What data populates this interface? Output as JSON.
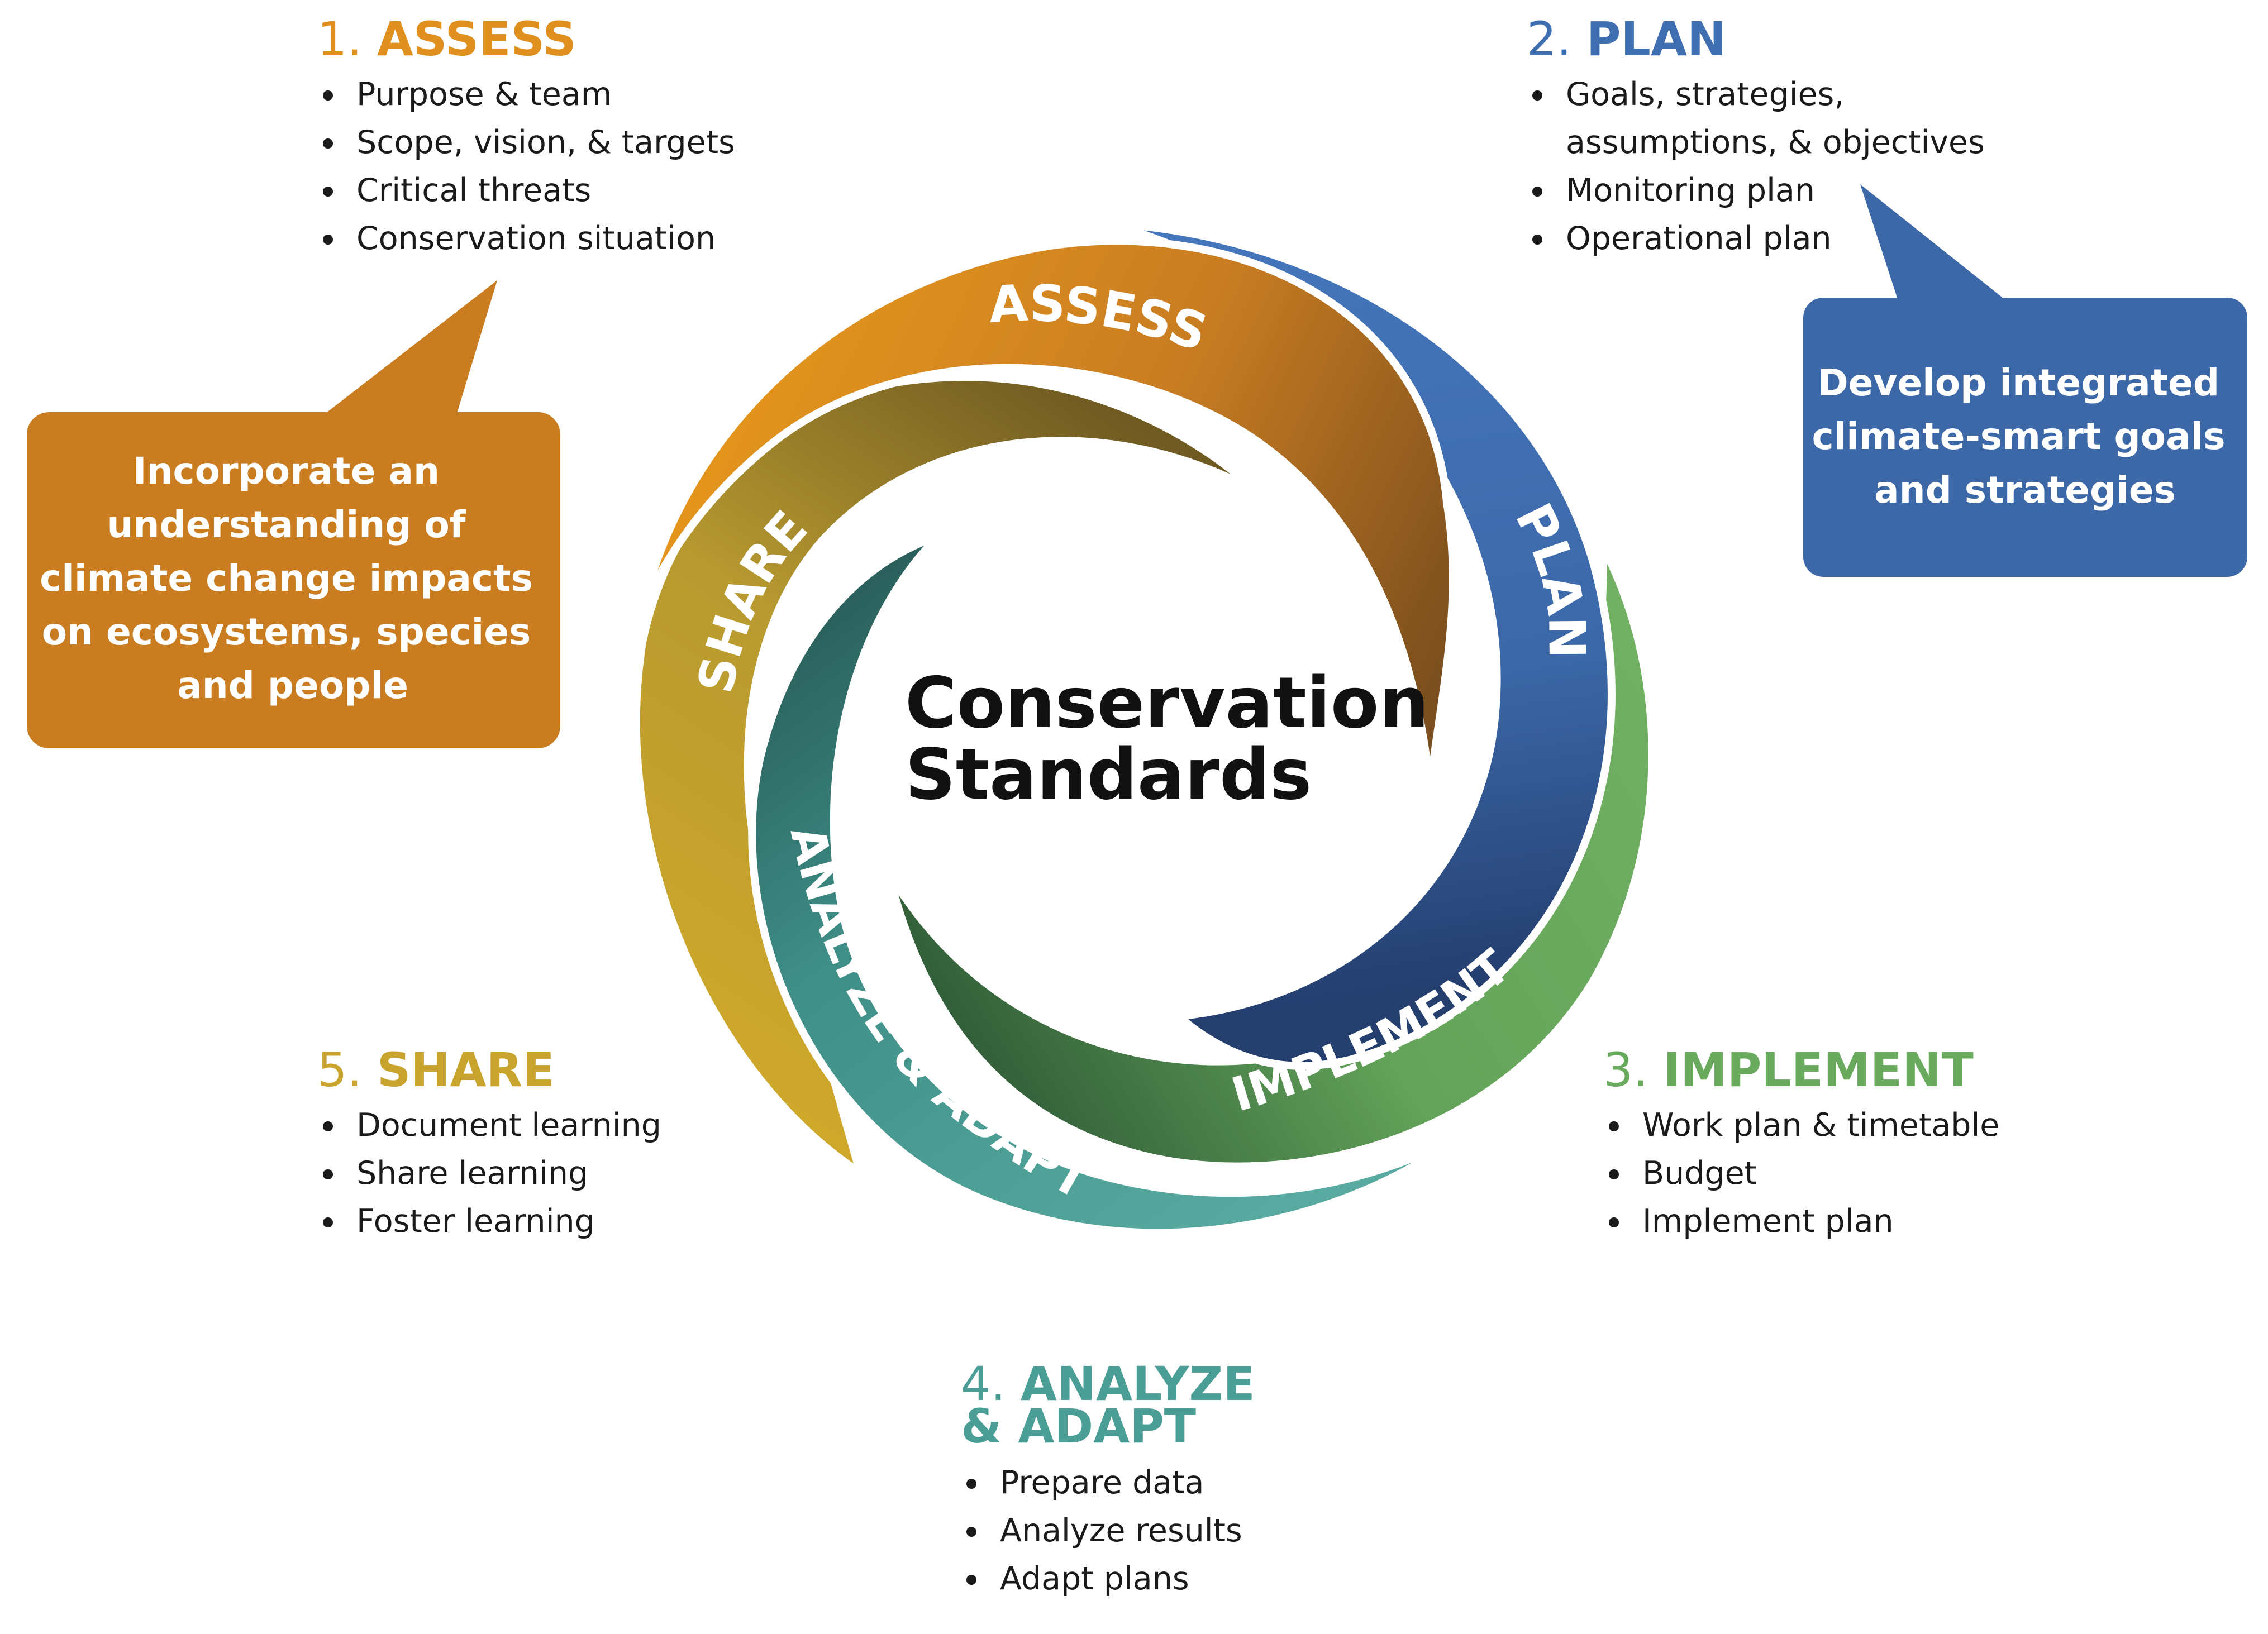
{
  "center_title": [
    "Conservation",
    "Standards"
  ],
  "colors": {
    "assess": "#e0901e",
    "plan": "#3f6fb0",
    "implement": "#6aaa5e",
    "analyze": "#4a9e96",
    "share": "#c8a42e",
    "callout_orange": "#c97d20",
    "callout_blue": "#3d68a8"
  },
  "ring_labels": {
    "assess": "ASSESS",
    "plan": "PLAN",
    "implement": "IMPLEMENT",
    "analyze": "ANALYZE & ADAPT",
    "share": "SHARE"
  },
  "steps": {
    "assess": {
      "num": "1.",
      "name": "ASSESS",
      "items": [
        "Purpose & team",
        "Scope, vision, & targets",
        "Critical threats",
        "Conservation situation"
      ]
    },
    "plan": {
      "num": "2.",
      "name": "PLAN",
      "items": [
        "Goals, strategies,",
        "assumptions, & objectives",
        "Monitoring plan",
        "Operational plan"
      ]
    },
    "implement": {
      "num": "3.",
      "name": "IMPLEMENT",
      "items": [
        "Work plan & timetable",
        "Budget",
        "Implement plan"
      ]
    },
    "analyze": {
      "num": "4.",
      "name": "ANALYZE",
      "name2": "& ADAPT",
      "items": [
        "Prepare data",
        "Analyze results",
        "Adapt plans"
      ]
    },
    "share": {
      "num": "5.",
      "name": "SHARE",
      "items": [
        "Document learning",
        "Share learning",
        "Foster learning"
      ]
    }
  },
  "callouts": {
    "left": [
      "Incorporate an",
      "understanding of",
      "climate change impacts",
      "on ecosystems, species",
      "and people"
    ],
    "right": [
      "Develop integrated",
      "climate-smart goals",
      "and strategies"
    ]
  }
}
